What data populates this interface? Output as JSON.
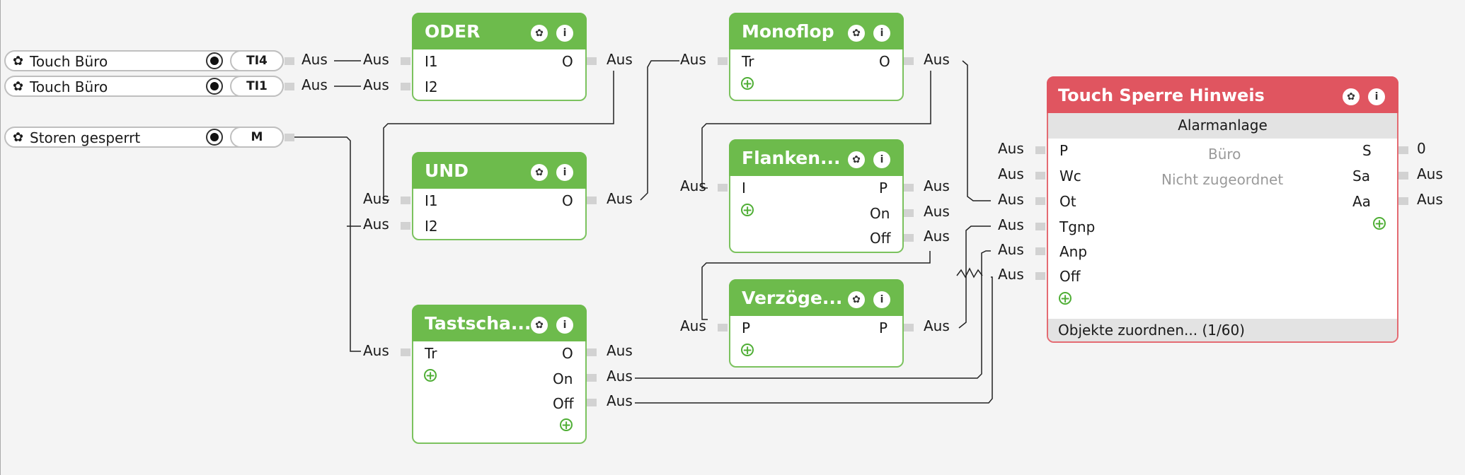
{
  "inputs": [
    {
      "label": "Touch Büro",
      "tag": "TI4",
      "out": "Aus"
    },
    {
      "label": "Touch Büro",
      "tag": "TI1",
      "out": "Aus"
    },
    {
      "label": "Storen gesperrt",
      "tag": "M",
      "out": ""
    }
  ],
  "blocks": {
    "oder": {
      "title": "ODER",
      "in": [
        "I1",
        "I2"
      ],
      "out": [
        "O"
      ],
      "in_values": [
        "Aus",
        "Aus"
      ],
      "out_values": [
        "Aus"
      ]
    },
    "und": {
      "title": "UND",
      "in": [
        "I1",
        "I2"
      ],
      "out": [
        "O"
      ],
      "in_values": [
        "Aus",
        "Aus"
      ],
      "out_values": [
        "Aus"
      ]
    },
    "tastschalter": {
      "title": "Tastscha...",
      "in": [
        "Tr"
      ],
      "out": [
        "O",
        "On",
        "Off"
      ],
      "in_values": [
        "Aus"
      ],
      "out_values": [
        "Aus",
        "Aus",
        "Aus"
      ]
    },
    "monoflop": {
      "title": "Monoflop",
      "in": [
        "Tr"
      ],
      "out": [
        "O"
      ],
      "in_values": [
        "Aus"
      ],
      "out_values": [
        "Aus"
      ]
    },
    "flanken": {
      "title": "Flanken...",
      "in": [
        "I"
      ],
      "out": [
        "P",
        "On",
        "Off"
      ],
      "in_values": [
        "Aus"
      ],
      "out_values": [
        "Aus",
        "Aus",
        "Aus"
      ]
    },
    "verzoeger": {
      "title": "Verzöge...",
      "in": [
        "P"
      ],
      "out": [
        "P"
      ],
      "in_values": [
        "Aus"
      ],
      "out_values": [
        "Aus"
      ]
    }
  },
  "touch_sperre": {
    "title": "Touch Sperre Hinweis",
    "subtitle": "Alarmanlage",
    "room": "Büro",
    "assignment": "Nicht zugeordnet",
    "inputs": [
      "P",
      "Wc",
      "Ot",
      "Tgnp",
      "Anp",
      "Off"
    ],
    "input_values": [
      "Aus",
      "Aus",
      "Aus",
      "Aus",
      "Aus",
      "Aus"
    ],
    "outputs": [
      "S",
      "Sa",
      "Aa"
    ],
    "output_values": [
      "0",
      "Aus",
      "Aus"
    ],
    "footer": "Objekte zuordnen... (1/60)"
  },
  "icons": {
    "gear": "gear-icon",
    "info": "info-icon",
    "add": "add-icon",
    "radio": "radio-icon"
  },
  "colors": {
    "logic_block": "#6dbb4c",
    "alarm_block": "#e05560",
    "background": "#f4f4f4"
  }
}
